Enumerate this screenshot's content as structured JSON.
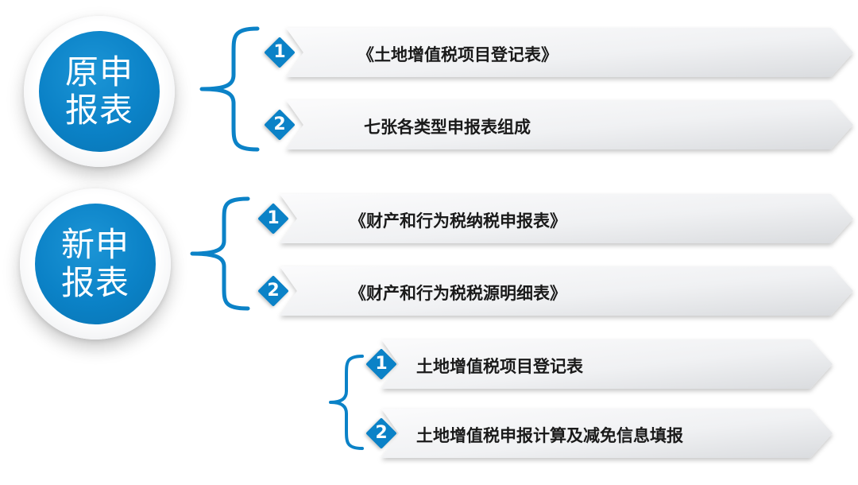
{
  "colors": {
    "accent": "#0b82c7",
    "text": "#1a1a1a",
    "circle_text": "#ffffff"
  },
  "groups": [
    {
      "label_line1": "原申",
      "label_line2": "报表",
      "items": [
        {
          "number": "1",
          "text": "《土地增值税项目登记表》"
        },
        {
          "number": "2",
          "text": "七张各类型申报表组成"
        }
      ]
    },
    {
      "label_line1": "新申",
      "label_line2": "报表",
      "items": [
        {
          "number": "1",
          "text": "《财产和行为税纳税申报表》"
        },
        {
          "number": "2",
          "text": "《财产和行为税税源明细表》"
        }
      ]
    }
  ],
  "sub_items": [
    {
      "number": "1",
      "text": "土地增值税项目登记表"
    },
    {
      "number": "2",
      "text": "土地增值税申报计算及减免信息填报"
    }
  ]
}
